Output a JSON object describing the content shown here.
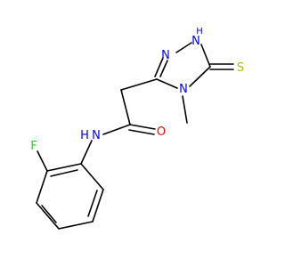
{
  "molecule": {
    "colors": {
      "bond": "#000000",
      "nitrogen": "#0000ff",
      "oxygen": "#ff0000",
      "sulfur": "#b8b800",
      "fluorine": "#33cc33"
    },
    "labels": {
      "n_triazole_top": "N",
      "nh_triazole": "H",
      "nh_triazole_n": "N",
      "thione_s": "S",
      "n_methyl": "N",
      "carbonyl_o": "O",
      "amide_n": "N",
      "amide_h": "H",
      "fluorine": "F"
    }
  }
}
